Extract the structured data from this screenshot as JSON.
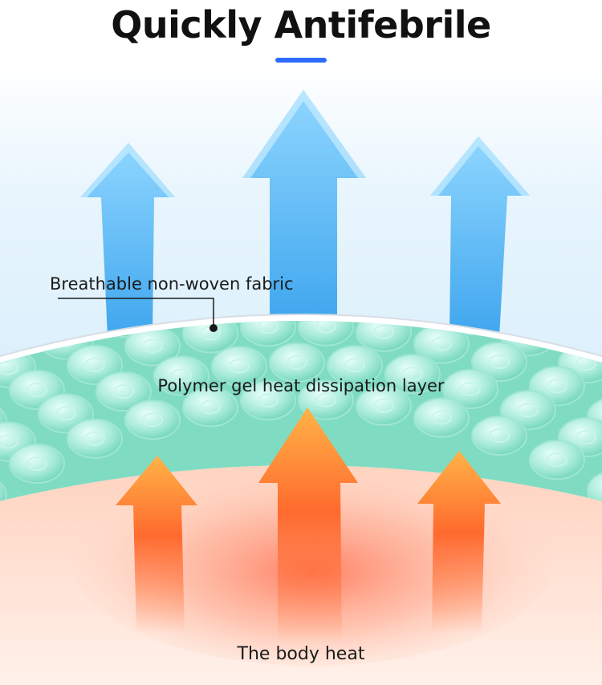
{
  "title": "Quickly Antifebrile",
  "labels": {
    "fabric": "Breathable non-woven fabric",
    "gel": "Polymer gel heat dissipation layer",
    "body": "The body heat"
  },
  "colors": {
    "accent_bar": "#2f6bff",
    "cool_arrow": "#5ab8f2",
    "warm_arrow": "#ff6a2e",
    "gel_layer": "#7fdcc2",
    "skin": "#ffd9c8"
  }
}
